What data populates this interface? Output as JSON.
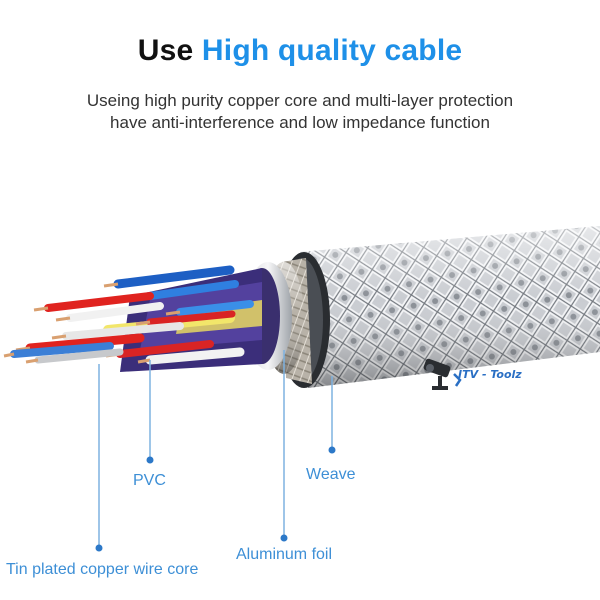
{
  "header": {
    "title_prefix": "Use",
    "title_highlight": "High quality cable",
    "subtitle_line1": "Useing high purity copper core and multi-layer protection",
    "subtitle_line2": "have anti-interference and low impedance function"
  },
  "labels": {
    "pvc": "PVC",
    "weave": "Weave",
    "aluminum_foil": "Aluminum foil",
    "tin_core": "Tin plated copper wire core"
  },
  "watermark": {
    "text": "ITV - Toolz",
    "icon": "cctv-camera-icon"
  },
  "colors": {
    "accent": "#1e90e8",
    "label": "#3d8fd6",
    "leader_line": "#7eb2e0"
  }
}
